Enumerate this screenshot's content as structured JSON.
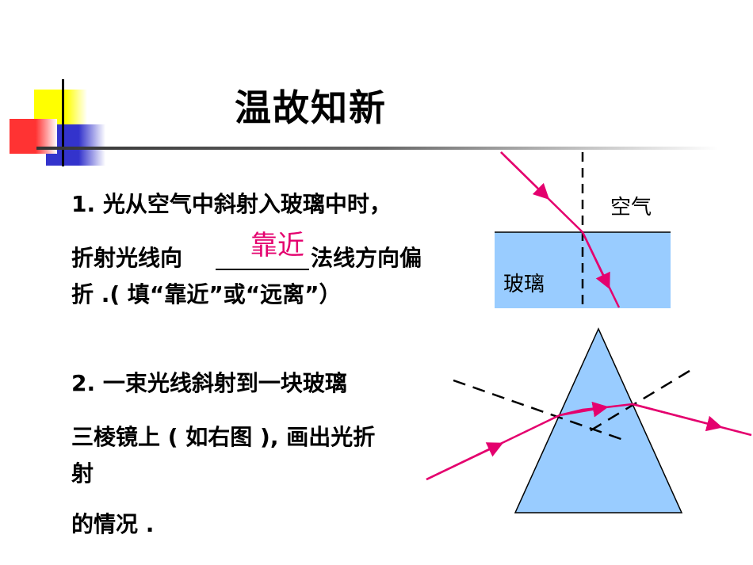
{
  "title": "温故知新",
  "q1": {
    "line1": "1. 光从空气中斜射入玻璃中时，",
    "line2_pre": "折射光线向",
    "line2_post": "法线方向偏",
    "line3": "折 .( 填“靠近”或“远离”）",
    "answer": "靠近"
  },
  "q2": {
    "line1": "2. 一束光线斜射到一块玻璃",
    "line2": "三棱镜上 ( 如右图 ), 画出光折",
    "line3": "射",
    "line4": "的情况 ."
  },
  "figure1": {
    "air_label": "空气",
    "glass_label": "玻璃",
    "glass_color": "#99ccff",
    "ray_color": "#e4006e"
  },
  "figure2": {
    "prism_color": "#99ccff",
    "ray_color": "#e4006e"
  },
  "colors": {
    "accent_yellow": "#ffff00",
    "accent_blue": "#3333cc",
    "accent_red": "#ff3333"
  }
}
